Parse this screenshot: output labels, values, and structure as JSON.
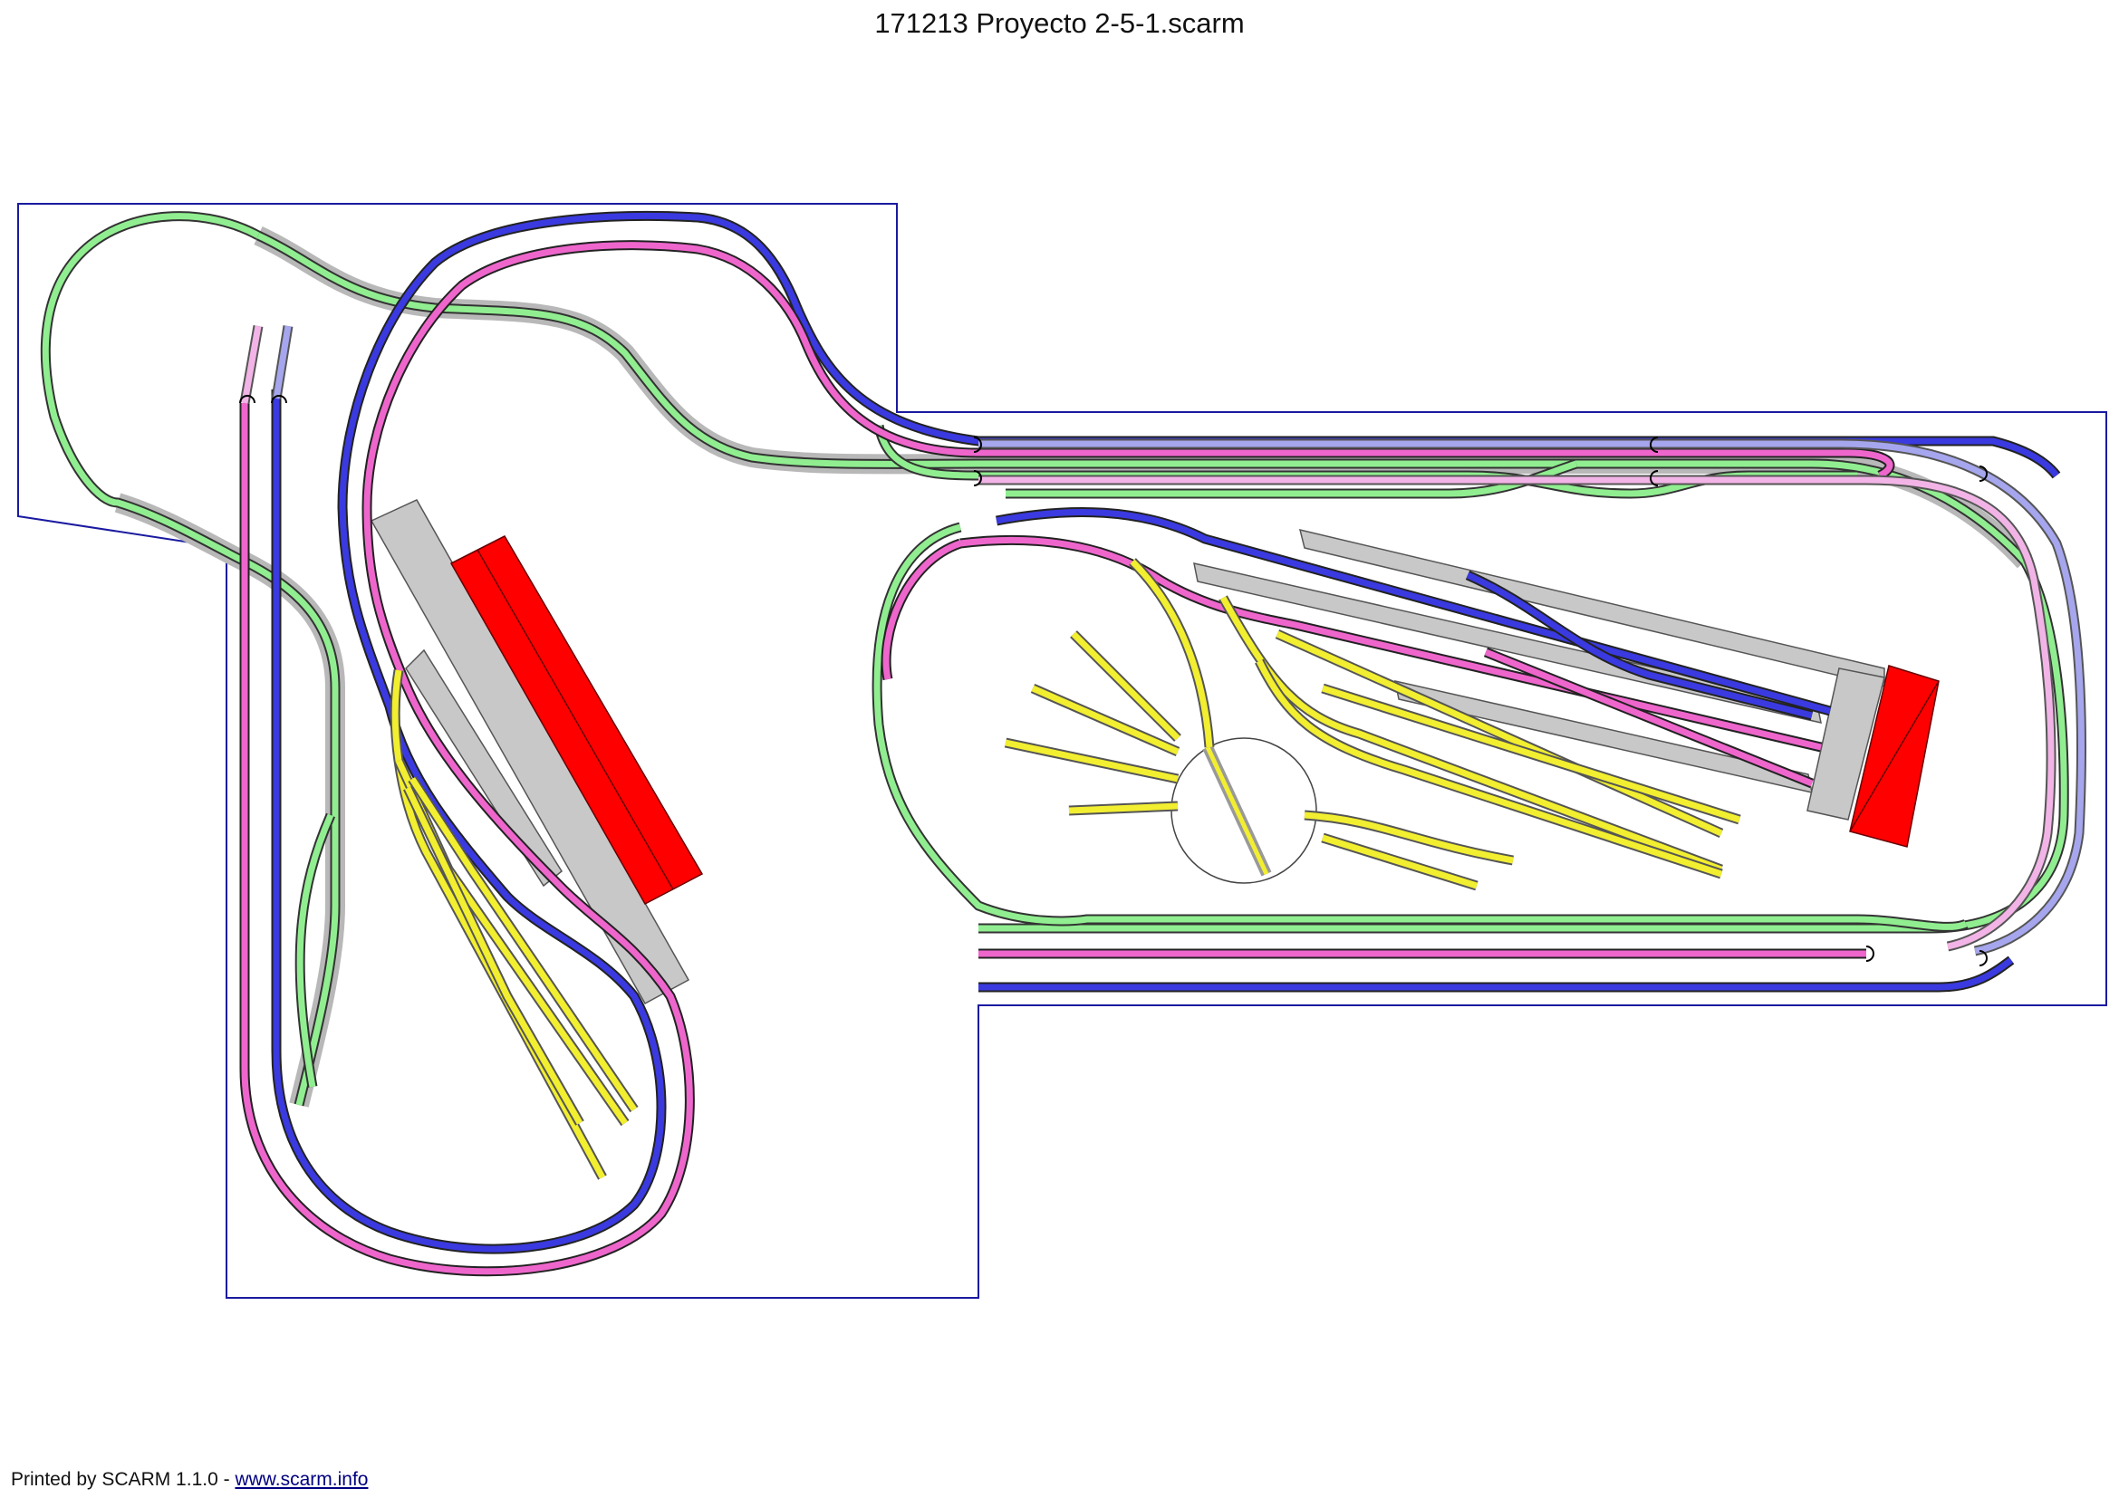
{
  "title": "171213 Proyecto 2-5-1.scarm",
  "footer": {
    "printed_by": "Printed by SCARM 1.1.0 - ",
    "link": "www.scarm.info"
  },
  "colors": {
    "board_outline": "#1a1aa0",
    "track_green": "#90ee90",
    "track_blue": "#3a3ae0",
    "track_pink": "#ee66cc",
    "track_yellow": "#f2ee30",
    "track_light_blue": "#a6a6ee",
    "track_light_pink": "#f2b4e6",
    "platform_gray": "#c8c8c8",
    "building_red": "#ff0000",
    "turntable_outline": "#444444"
  },
  "layout_elements": [
    "board-outline",
    "station-building-left",
    "station-building-right",
    "platforms-left",
    "platforms-right",
    "turntable",
    "yard-tracks"
  ]
}
